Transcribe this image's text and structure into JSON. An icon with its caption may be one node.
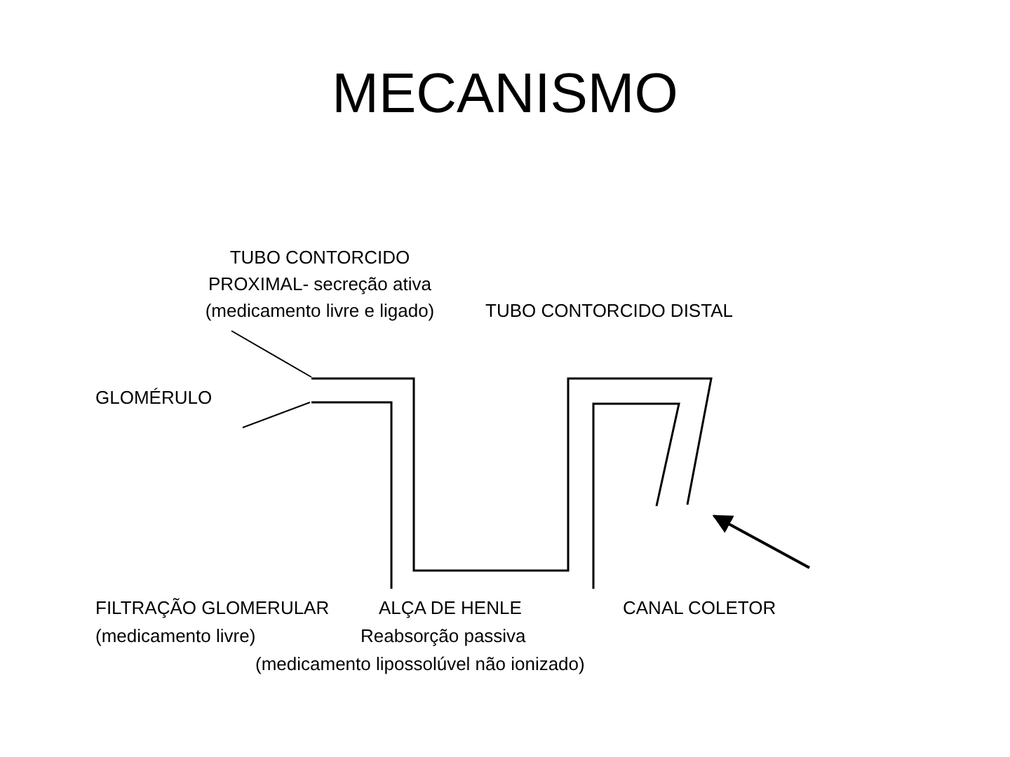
{
  "diagram": {
    "title": "MECANISMO",
    "nodes": [
      {
        "text": [
          "TUBO CONTORCIDO PROXIMAL- secreção ativa (medicamento livre e ligado)"
        ]
      },
      {
        "text": [
          "GLOMÉRULO"
        ]
      },
      {
        "text": [],
        "shape": "tube"
      }
    ],
    "edges": [
      {
        "from": 0,
        "to": 2,
        "arrow": "none"
      },
      {
        "from": 1,
        "to": 2,
        "arrow": "none"
      },
      {
        "from": null,
        "to": 2,
        "arrow": "to"
      }
    ],
    "labels": [
      "TUBO CONTORCIDO DISTAL",
      "FILTRAÇÃO GLOMERULAR",
      "ALÇA DE HENLE",
      "CANAL COLETOR",
      "(medicamento livre)",
      "Reabsorção passiva",
      "(medicamento lipossolúvel não ionizado)"
    ]
  }
}
